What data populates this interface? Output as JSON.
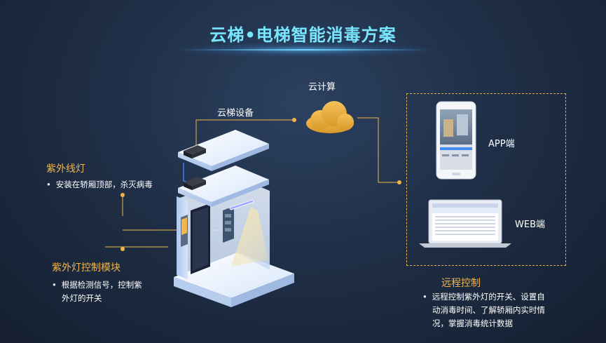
{
  "title": "云梯•电梯智能消毒方案",
  "cloud_label": "云计算",
  "device_label": "云梯设备",
  "uv_lamp": {
    "title": "紫外线灯",
    "bullet": "安装在轿厢顶部，杀灭病毒"
  },
  "uv_control": {
    "title": "紫外灯控制模块",
    "bullet_line1": "根据检测信号，控制紫",
    "bullet_line2": "外灯的开关"
  },
  "app_label": "APP端",
  "web_label": "WEB端",
  "remote": {
    "title": "远程控制",
    "bullet_line1": "远程控制紫外灯的开关、设置自",
    "bullet_line2": "动消毒时间、了解轿厢内实时情",
    "bullet_line3": "况，掌握消毒统计数据"
  },
  "colors": {
    "accent_gold": "#f0b64a",
    "title_cyan": "#79e6ff",
    "background": "#1f2f47"
  }
}
